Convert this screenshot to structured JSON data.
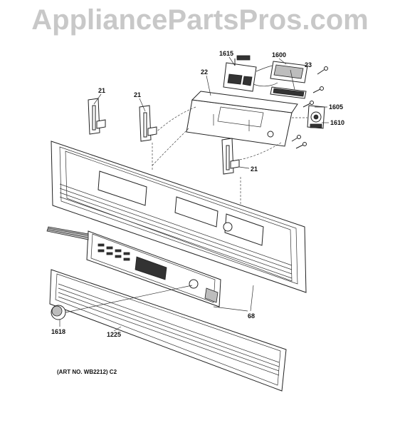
{
  "watermark": "AppliancePartsPros.com",
  "art_number": "(ART NO. WB2212) C2",
  "part_labels": {
    "p1615": "1615",
    "p1600": "1600",
    "p22": "22",
    "p23": "23",
    "p21a": "21",
    "p21b": "21",
    "p21c": "21",
    "p1605": "1605",
    "p1610": "1610",
    "p68": "68",
    "p1618": "1618",
    "p1225": "1225"
  }
}
